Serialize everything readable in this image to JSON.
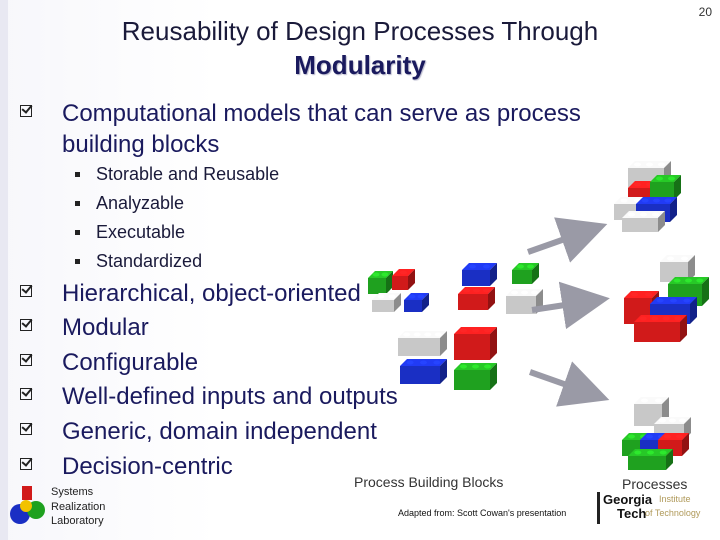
{
  "slide": {
    "page_number": "20",
    "title_line1": "Reusability of Design Processes Through",
    "title_line2": "Modularity"
  },
  "main_bullet": {
    "line1": "Computational models that can serve as process",
    "line2": "building blocks",
    "sub_items": [
      "Storable and Reusable",
      "Analyzable",
      "Executable",
      "Standardized"
    ]
  },
  "bullets": [
    "Hierarchical, object-oriented",
    "Modular",
    "Configurable",
    "Well-defined inputs and outputs",
    "Generic, domain independent",
    "Decision-centric"
  ],
  "captions": {
    "building_blocks": "Process Building Blocks",
    "processes": "Processes",
    "credit": "Adapted from: Scott Cowan's presentation"
  },
  "srl_logo": {
    "line1": "Systems",
    "line2": "Realization",
    "line3": "Laboratory"
  },
  "gt_logo": {
    "line1": "Georgia",
    "line2": "Tech",
    "tag1": "Institute",
    "tag2": "of Technology"
  },
  "colors": {
    "title_text": "#1a1a5e",
    "brick_red": "#d11a1a",
    "brick_blue": "#1a2fc4",
    "brick_green": "#1fa11f",
    "brick_gray": "#c8c8c8",
    "arrow_gray": "#9a9aa6"
  },
  "icons": [
    "checkbox-icon",
    "square-bullet-icon",
    "arrow-icon",
    "lego-brick-icon",
    "srl-logo-icon",
    "georgia-tech-logo-icon"
  ]
}
